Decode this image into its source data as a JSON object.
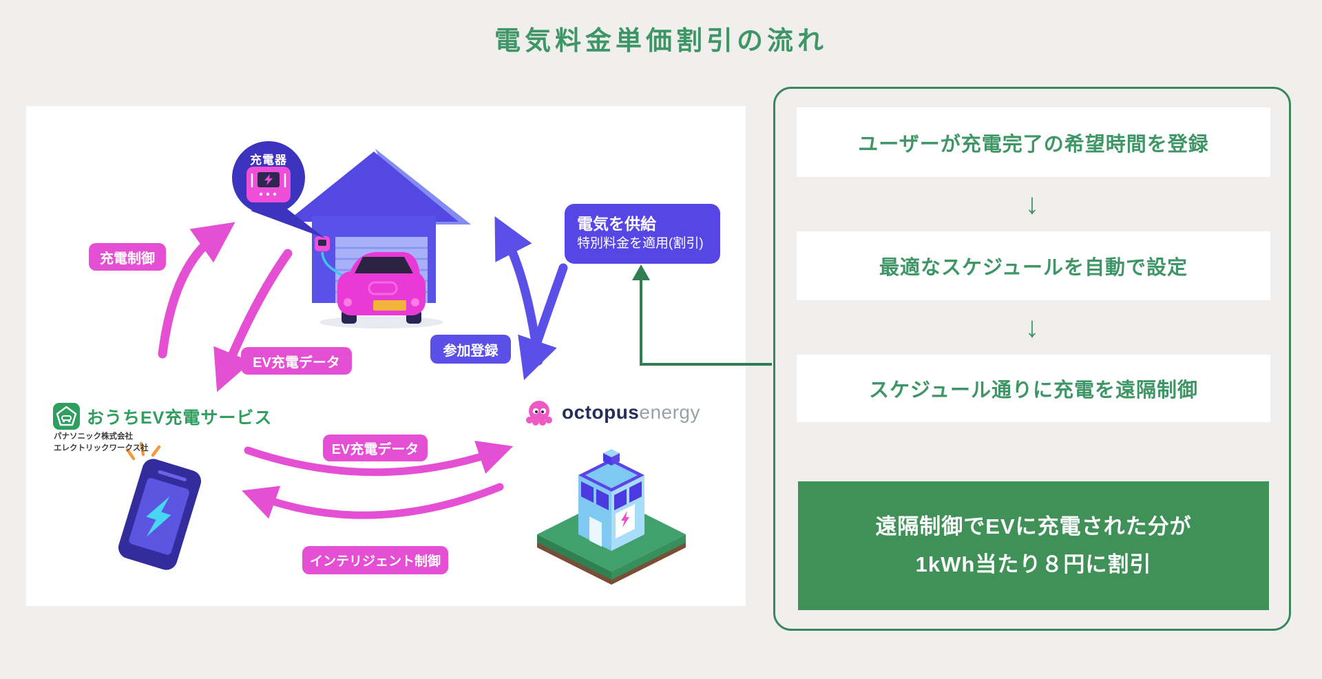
{
  "title": "電気料金単価割引の流れ",
  "illustration": {
    "charger_bubble_label": "充電器",
    "pill_charge_control": "充電制御",
    "pill_ev_data_top": "EV充電データ",
    "pill_registration": "参加登録",
    "supply_box": {
      "line1": "電気を供給",
      "line2": "特別料金を適用(割引)"
    },
    "service_logo_text": "おうちEV充電サービス",
    "company_line1": "パナソニック株式会社",
    "company_line2": "エレクトリックワークス社",
    "octopus_wordmark_bold": "octopus",
    "octopus_wordmark_light": "energy",
    "pill_ev_data_bottom": "EV充電データ",
    "pill_intelligent": "インテリジェント制御"
  },
  "flow": {
    "steps": [
      "ユーザーが充電完了の希望時間を登録",
      "最適なスケジュールを自動で設定",
      "スケジュール通りに充電を遠隔制御"
    ],
    "arrow_glyph": "↓",
    "result_line1": "遠隔制御でEVに充電された分が",
    "result_line2": "1kWh当たり８円に割引"
  },
  "colors": {
    "background": "#F0EFED",
    "card": "#FFFFFF",
    "green_text": "#3E9565",
    "green_border": "#37875A",
    "green_box": "#3F9157",
    "pink": "#E44FD4",
    "indigo": "#5A50E8",
    "bubble_indigo": "#3C33BE",
    "supply_box_indigo": "#5746E6",
    "service_green": "#2F9E5E"
  }
}
